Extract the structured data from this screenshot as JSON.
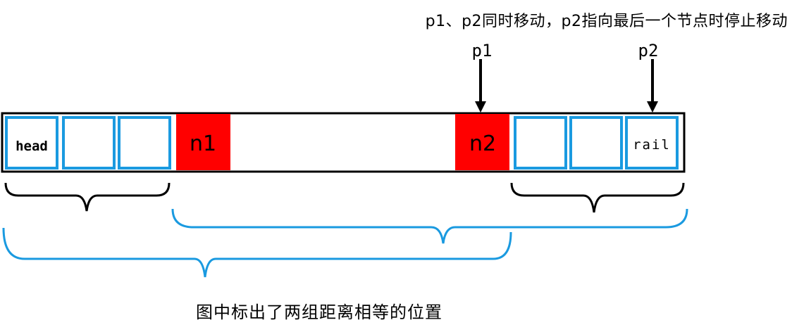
{
  "annotations": {
    "top_note": "p1、p2同时移动，p2指向最后一个节点时停止移动",
    "bottom_note": "图中标出了两组距离相等的位置"
  },
  "pointers": {
    "p1": "p1",
    "p2": "p2"
  },
  "list": {
    "head_label": "head",
    "n1_label": "n1",
    "n2_label": "n2",
    "tail_label": "rail"
  },
  "colors": {
    "node_border": "#1a9ae0",
    "highlight": "#ff0000",
    "bracket_black": "#000000",
    "bracket_blue": "#1a9ae0"
  }
}
